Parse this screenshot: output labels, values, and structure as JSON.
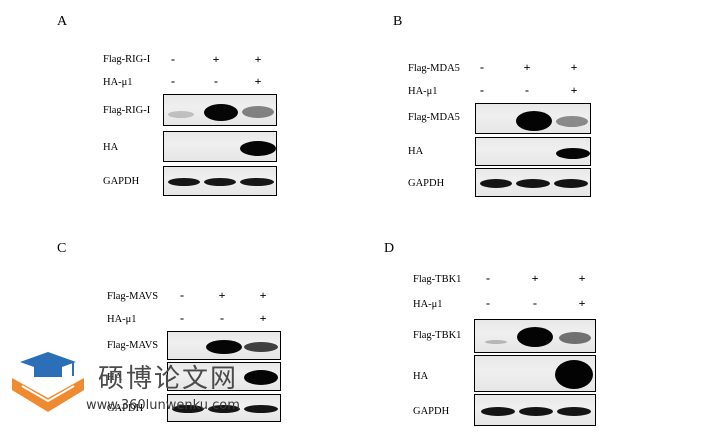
{
  "panels": [
    {
      "letter": "A",
      "rows": [
        {
          "label": "Flag-RIG-I",
          "signs": [
            "-",
            "+",
            "+"
          ]
        },
        {
          "label": "HA-μ1",
          "signs": [
            "-",
            "-",
            "+"
          ]
        }
      ],
      "blots": [
        "Flag-RIG-I",
        "HA",
        "GAPDH"
      ]
    },
    {
      "letter": "B",
      "rows": [
        {
          "label": "Flag-MDA5",
          "signs": [
            "-",
            "+",
            "+"
          ]
        },
        {
          "label": "HA-μ1",
          "signs": [
            "-",
            "-",
            "+"
          ]
        }
      ],
      "blots": [
        "Flag-MDA5",
        "HA",
        "GAPDH"
      ]
    },
    {
      "letter": "C",
      "rows": [
        {
          "label": "Flag-MAVS",
          "signs": [
            "-",
            "+",
            "+"
          ]
        },
        {
          "label": "HA-μ1",
          "signs": [
            "-",
            "-",
            "+"
          ]
        }
      ],
      "blots": [
        "Flag-MAVS",
        "HA",
        "GAPDH"
      ]
    },
    {
      "letter": "D",
      "rows": [
        {
          "label": "Flag-TBK1",
          "signs": [
            "-",
            "+",
            "+"
          ]
        },
        {
          "label": "HA-μ1",
          "signs": [
            "-",
            "-",
            "+"
          ]
        }
      ],
      "blots": [
        "Flag-TBK1",
        "HA",
        "GAPDH"
      ]
    }
  ],
  "watermark": {
    "site_name": "硕博论文网",
    "url": "www.360lunwenku.com",
    "colors": {
      "cap": "#2a6fb8",
      "book": "#f08a30",
      "text": "#4a4a4a"
    }
  }
}
